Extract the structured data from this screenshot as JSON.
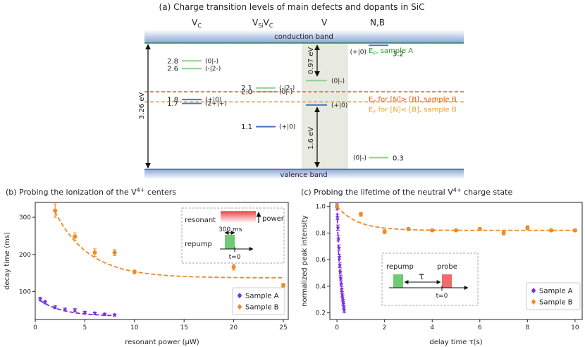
{
  "chart_data": [
    {
      "type": "diagram",
      "title": "(a) Charge transition levels of main defects and dopants in SiC",
      "defects": [
        "V",
        "V",
        "V",
        "N,B"
      ],
      "defect_subscripts": [
        "C",
        "Si",
        "C",
        ""
      ],
      "conduction_band_label": "conduction band",
      "valence_band_label": "valence band",
      "band_gap_label": "3.26 eV",
      "gap_to_cb_label": "0.97 eV",
      "gap_to_vb_label": "1.6 eV",
      "levels": [
        {
          "energy": 2.8,
          "value_label": "2.8",
          "charge_label": "(0|-)",
          "group": "VC"
        },
        {
          "energy": 2.6,
          "value_label": "2.6",
          "charge_label": "(-|2-)",
          "group": "VC"
        },
        {
          "energy": 1.8,
          "value_label": "1.8",
          "charge_label": "(+|0)",
          "group": "VC"
        },
        {
          "energy": 1.7,
          "value_label": "1.7",
          "charge_label": "(2+|+)",
          "group": "VC"
        },
        {
          "energy": 2.1,
          "value_label": "2.1",
          "charge_label": "(-|2-)",
          "group": "VSiVC"
        },
        {
          "energy": 2.0,
          "value_label": "2.0",
          "charge_label": "(0|-)",
          "group": "VSiVC"
        },
        {
          "energy": 1.1,
          "value_label": "1.1",
          "charge_label": "(+|0)",
          "group": "VSiVC"
        },
        {
          "energy": 2.29,
          "value_label": "",
          "charge_label": "(0|-)",
          "group": "V"
        },
        {
          "energy": 1.66,
          "value_label": "",
          "charge_label": "(+|0)",
          "group": "V"
        },
        {
          "energy": 3.2,
          "value_label": "3.2",
          "charge_label": "(+|0)",
          "group": "N,B"
        },
        {
          "energy": 0.3,
          "value_label": "0.3",
          "charge_label": "(0|-)",
          "group": "N,B"
        }
      ],
      "fermi_levels": [
        {
          "energy": 3.26,
          "label": "E",
          "sub": "F",
          "suffix": ", sample A",
          "color": "#2ca02c"
        },
        {
          "energy": 2.0,
          "label": "E",
          "sub": "F",
          "suffix": " for [N]> [B], sample B",
          "color": "#e8590c"
        },
        {
          "energy": 1.74,
          "label": "E",
          "sub": "F",
          "suffix": " for [N]< [B], sample B",
          "color": "#f0a020"
        }
      ]
    },
    {
      "type": "scatter",
      "title": "(b) Probing the ionization of the V",
      "title_superscript": "4+",
      "title_suffix": " centers",
      "xlabel": "resonant power (µW)",
      "ylabel": "decay time (ms)",
      "xlim": [
        0,
        25.5
      ],
      "ylim": [
        25,
        340
      ],
      "xticks": [
        0,
        5,
        10,
        15,
        20,
        25
      ],
      "yticks": [
        100,
        200,
        300
      ],
      "legend_position": "bottom-right",
      "series": [
        {
          "name": "Sample A",
          "color": "#7b2fe0",
          "x": [
            0.5,
            1.0,
            2.0,
            3.0,
            4.0,
            5.0,
            6.0,
            7.0,
            8.0
          ],
          "y": [
            80,
            72,
            58,
            52,
            50,
            44,
            42,
            39,
            37
          ],
          "err": [
            5,
            5,
            4,
            4,
            4,
            3,
            3,
            3,
            3
          ]
        },
        {
          "name": "Sample B",
          "color": "#f08a24",
          "x": [
            2.0,
            4.0,
            6.0,
            8.0,
            10.0,
            20.0,
            25.0
          ],
          "y": [
            318,
            248,
            205,
            205,
            153,
            166,
            117
          ],
          "err": [
            18,
            10,
            10,
            8,
            5,
            8,
            5
          ]
        }
      ],
      "inset": {
        "resonant_label": "resonant",
        "power_label": "power",
        "repump_label": "repump",
        "duration_label": "300 ms",
        "t0_label": "t=0"
      }
    },
    {
      "type": "scatter",
      "title": "(c) Probing the lifetime of the neutral V",
      "title_superscript": "4+",
      "title_suffix": " charge state",
      "xlabel": "delay time τ(s)",
      "ylabel": "normalized peak intensity",
      "xlim": [
        -0.3,
        10.3
      ],
      "ylim": [
        0.15,
        1.03
      ],
      "xticks": [
        0,
        2,
        4,
        6,
        8,
        10
      ],
      "yticks": [
        0.2,
        0.4,
        0.6,
        0.8,
        1.0
      ],
      "legend_position": "bottom-right",
      "series": [
        {
          "name": "Sample A",
          "color": "#7b2fe0",
          "x": [
            0.0,
            0.02,
            0.04,
            0.06,
            0.08,
            0.1,
            0.12,
            0.14,
            0.16,
            0.18,
            0.2,
            0.22,
            0.24,
            0.26,
            0.28,
            0.3
          ],
          "y": [
            1.0,
            0.92,
            0.84,
            0.76,
            0.69,
            0.62,
            0.56,
            0.51,
            0.46,
            0.42,
            0.38,
            0.34,
            0.31,
            0.28,
            0.25,
            0.22
          ],
          "err": [
            0.02,
            0.02,
            0.02,
            0.02,
            0.02,
            0.02,
            0.02,
            0.02,
            0.02,
            0.02,
            0.02,
            0.02,
            0.02,
            0.02,
            0.02,
            0.02
          ]
        },
        {
          "name": "Sample B",
          "color": "#f08a24",
          "x": [
            0.0,
            1.0,
            2.0,
            3.0,
            4.0,
            5.0,
            6.0,
            7.0,
            8.0,
            9.0,
            10.0
          ],
          "y": [
            1.0,
            0.94,
            0.81,
            0.83,
            0.82,
            0.82,
            0.83,
            0.8,
            0.84,
            0.82,
            0.82
          ],
          "err": [
            0.01,
            0.015,
            0.015,
            0.01,
            0.01,
            0.01,
            0.01,
            0.015,
            0.015,
            0.01,
            0.01
          ]
        }
      ],
      "inset": {
        "repump_label": "repump",
        "probe_label": "probe",
        "tau_label": "τ",
        "t0_label": "t=0"
      }
    }
  ]
}
